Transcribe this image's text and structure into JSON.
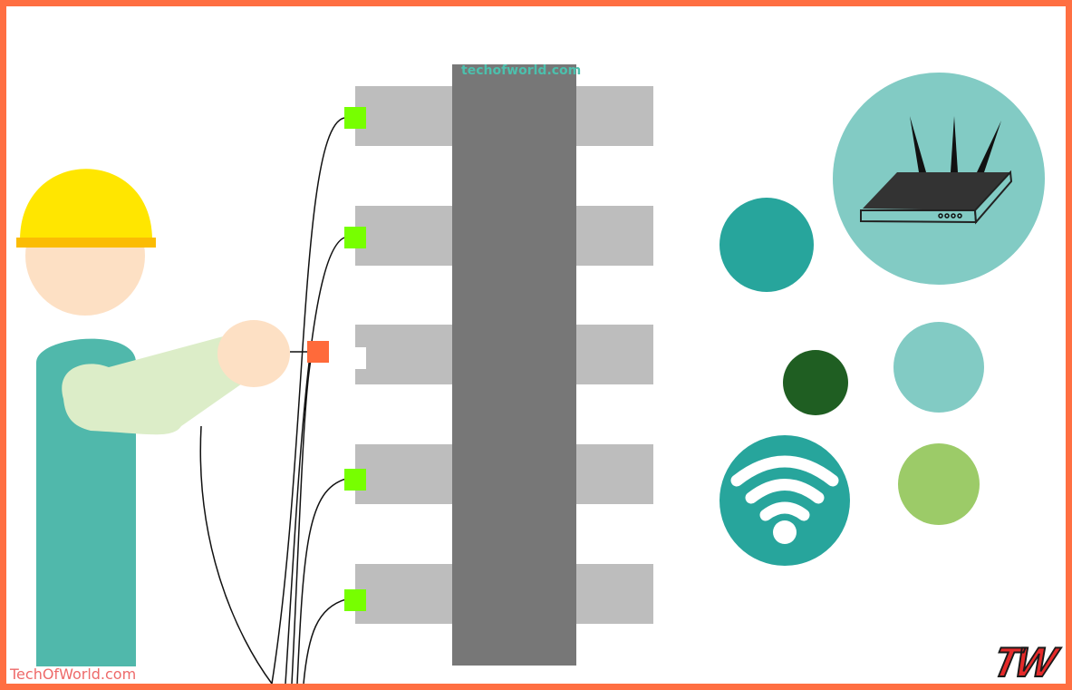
{
  "image": {
    "border_color": "#ff6f42",
    "background": "#ffffff"
  },
  "watermarks": {
    "top_center": "techofworld.com",
    "bottom_left": "TechOfWorld.com",
    "logo": "TW"
  },
  "colors": {
    "helmet": "#ffe600",
    "helmet_brim": "#fbbc04",
    "skin": "#fde0c4",
    "body": "#50b8ab",
    "arm": "#dcedc8",
    "chip_body": "#777777",
    "chip_pins": "#bdbdbd",
    "connector_green": "#77ff00",
    "connector_orange": "#ff6a3a",
    "circle_teal_dark": "#27a59c",
    "circle_teal_light": "#82cbc4",
    "circle_dark_green": "#1f5e22",
    "circle_light_green": "#9ccb68",
    "router_body": "#333333"
  },
  "scene": {
    "figures": [
      "worker-with-hard-hat",
      "microchip",
      "router-icon",
      "wifi-icon",
      "decorative-circles"
    ]
  }
}
